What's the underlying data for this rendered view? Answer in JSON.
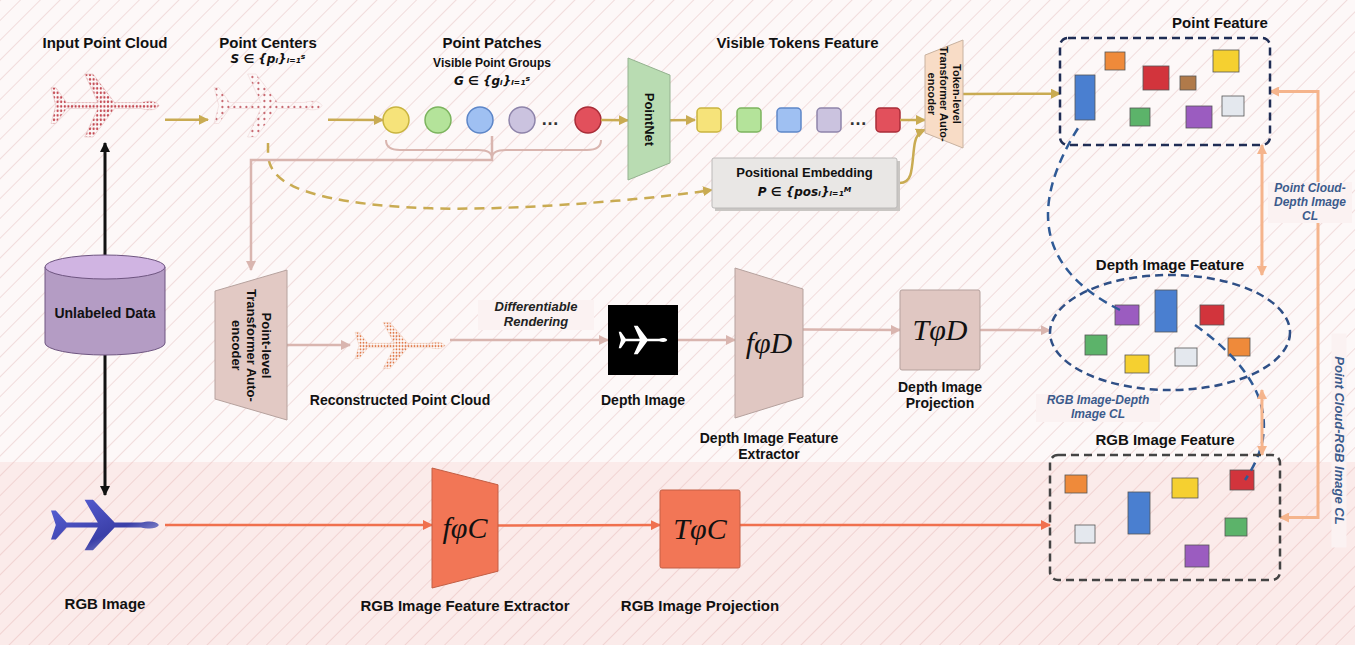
{
  "diagram": {
    "nodes": [
      {
        "text": [
          "Input Point Cloud"
        ]
      },
      {
        "text": [
          "Point Centers",
          "S ∈ {pᵢ}ᵢ₌₁ˢ"
        ]
      },
      {
        "text": [
          "Point Patches",
          "Visible Point Groups",
          "G ∈ {gᵢ}ᵢ₌₁ˢ"
        ]
      },
      {
        "text": [
          "PointNet"
        ]
      },
      {
        "text": [
          "Visible Tokens Feature"
        ]
      },
      {
        "text": [
          "Positional Embedding",
          "P ∈ {posᵢ}ᵢ₌₁ᴹ"
        ]
      },
      {
        "text": [
          "Token-level Transformer Auto-encoder"
        ]
      },
      {
        "text": [
          "Point Feature"
        ]
      },
      {
        "text": [
          "Unlabeled Data"
        ]
      },
      {
        "text": [
          "Point-level Transformer Auto-encoder"
        ]
      },
      {
        "text": [
          "Reconstructed Point Cloud"
        ]
      },
      {
        "text": [
          "Depth Image"
        ]
      },
      {
        "text": [
          "fφD",
          "Depth Image Feature Extractor"
        ]
      },
      {
        "text": [
          "TφD",
          "Depth Image Projection"
        ]
      },
      {
        "text": [
          "Depth Image Feature"
        ]
      },
      {
        "text": [
          "RGB Image"
        ]
      },
      {
        "text": [
          "fφC",
          "RGB Image Feature Extractor"
        ]
      },
      {
        "text": [
          "TφC",
          "RGB Image Projection"
        ]
      },
      {
        "text": [
          "RGB Image Feature"
        ]
      }
    ],
    "edges": [
      {
        "from": 0,
        "to": 1,
        "arrow": "to"
      },
      {
        "from": 1,
        "to": 2,
        "arrow": "to"
      },
      {
        "from": 2,
        "to": 3,
        "arrow": "to"
      },
      {
        "from": 3,
        "to": 4,
        "arrow": "to"
      },
      {
        "from": 4,
        "to": 6,
        "arrow": "to"
      },
      {
        "from": 5,
        "to": 6,
        "arrow": "to"
      },
      {
        "from": 1,
        "to": 5,
        "arrow": "to"
      },
      {
        "from": 2,
        "to": 9,
        "arrow": "to"
      },
      {
        "from": 6,
        "to": 7,
        "arrow": "to"
      },
      {
        "from": 9,
        "to": 10,
        "arrow": "to"
      },
      {
        "from": 10,
        "to": 11,
        "label": "Differentiable Rendering",
        "arrow": "to"
      },
      {
        "from": 11,
        "to": 12,
        "arrow": "to"
      },
      {
        "from": 12,
        "to": 13,
        "arrow": "to"
      },
      {
        "from": 13,
        "to": 14,
        "arrow": "to"
      },
      {
        "from": 8,
        "to": 0,
        "arrow": "to"
      },
      {
        "from": 8,
        "to": 15,
        "arrow": "to"
      },
      {
        "from": 15,
        "to": 16,
        "arrow": "to"
      },
      {
        "from": 16,
        "to": 17,
        "arrow": "to"
      },
      {
        "from": 17,
        "to": 18,
        "arrow": "to"
      },
      {
        "from": 7,
        "to": 14,
        "label": "Point Cloud-Depth Image CL",
        "arrow": "both"
      },
      {
        "from": 14,
        "to": 18,
        "label": "RGB Image-Depth Image CL",
        "arrow": "both"
      },
      {
        "from": 7,
        "to": 18,
        "label": "Point Cloud-RGB Image CL",
        "arrow": "both"
      }
    ],
    "labels": [
      "…",
      "…"
    ]
  }
}
